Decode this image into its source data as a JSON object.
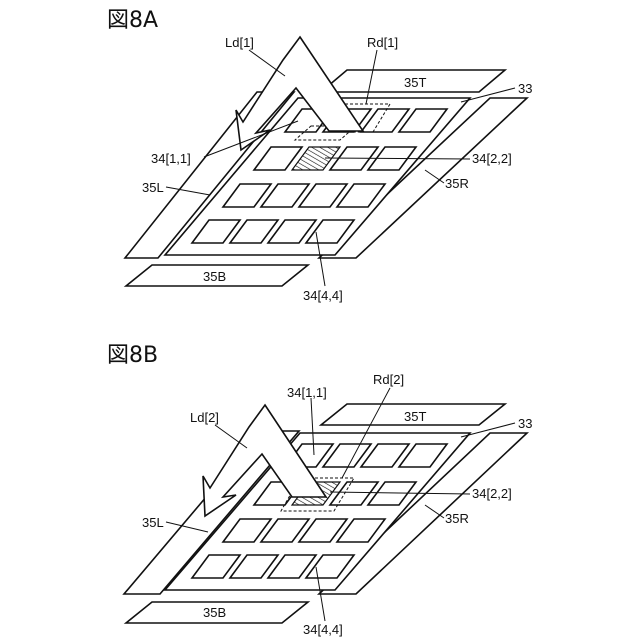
{
  "figures": [
    {
      "title": "図8A",
      "labels": {
        "left_arrow": "Ld[1]",
        "right_region": "Rd[1]",
        "top_bar": "35T",
        "panel": "33",
        "cell_1_1": "34[1,1]",
        "cell_2_2": "34[2,2]",
        "left_bar": "35L",
        "right_bar": "35R",
        "bottom_bar": "35B",
        "cell_4_4": "34[4,4]"
      }
    },
    {
      "title": "図8B",
      "labels": {
        "left_arrow": "Ld[2]",
        "right_region": "Rd[2]",
        "top_bar": "35T",
        "panel": "33",
        "cell_1_1": "34[1,1]",
        "cell_2_2": "34[2,2]",
        "left_bar": "35L",
        "right_bar": "35R",
        "bottom_bar": "35B",
        "cell_4_4": "34[4,4]"
      }
    }
  ]
}
